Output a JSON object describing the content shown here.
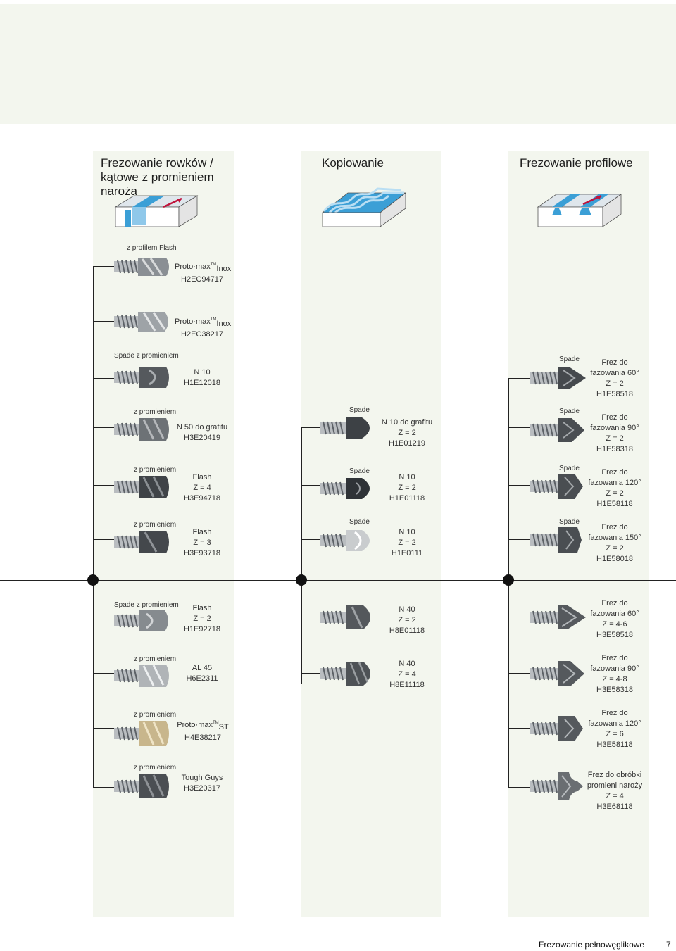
{
  "columns": {
    "grooving": {
      "title": "Frezowanie rowków / kątowe z promieniem naroża"
    },
    "copying": {
      "title": "Kopiowanie"
    },
    "profile": {
      "title": "Frezowanie profilowe"
    }
  },
  "col1": {
    "group_label": "z profilem Flash",
    "items": [
      {
        "name": "Proto·max",
        "tm": "TM",
        "suffix": "Inox",
        "code": "H2EC94717"
      },
      {
        "name": "Proto·max",
        "tm": "TM",
        "suffix": "Inox",
        "code": "H2EC38217"
      },
      {
        "tag": "Spade z promieniem",
        "l1": "N 10",
        "code": "H1E12018"
      },
      {
        "tag": "z promieniem",
        "l1": "N 50 do grafitu",
        "code": "H3E20419"
      },
      {
        "tag": "z promieniem",
        "l1": "Flash",
        "l2": "Z = 4",
        "code": "H3E94718"
      },
      {
        "tag": "z promieniem",
        "l1": "Flash",
        "l2": "Z = 3",
        "code": "H3E93718"
      },
      {
        "tag": "Spade z promieniem",
        "l1": "Flash",
        "l2": "Z = 2",
        "code": "H1E92718"
      },
      {
        "tag": "z promieniem",
        "l1": "AL 45",
        "code": "H6E2311"
      },
      {
        "tag": "z promieniem",
        "name": "Proto·max",
        "tm": "TM",
        "suffix": "ST",
        "code": "H4E38217"
      },
      {
        "tag": "z promieniem",
        "l1": "Tough Guys",
        "code": "H3E20317"
      }
    ]
  },
  "col2": {
    "items": [
      {
        "tag": "Spade",
        "l1": "N 10 do grafitu",
        "l2": "Z = 2",
        "code": "H1E01219"
      },
      {
        "tag": "Spade",
        "l1": "N 10",
        "l2": "Z = 2",
        "code": "H1E01118"
      },
      {
        "tag": "Spade",
        "l1": "N 10",
        "l2": "Z = 2",
        "code": "H1E0111"
      },
      {
        "l1": "N 40",
        "l2": "Z = 2",
        "code": "H8E01118"
      },
      {
        "l1": "N 40",
        "l2": "Z = 4",
        "code": "H8E11118"
      }
    ]
  },
  "col3": {
    "items": [
      {
        "tag": "Spade",
        "l1": "Frez do",
        "l2": "fazowania 60°",
        "l3": "Z = 2",
        "code": "H1E58518"
      },
      {
        "tag": "Spade",
        "l1": "Frez do",
        "l2": "fazowania 90°",
        "l3": "Z = 2",
        "code": "H1E58318"
      },
      {
        "tag": "Spade",
        "l1": "Frez do",
        "l2": "fazowania 120°",
        "l3": "Z = 2",
        "code": "H1E58118"
      },
      {
        "tag": "Spade",
        "l1": "Frez do",
        "l2": "fazowania 150°",
        "l3": "Z = 2",
        "code": "H1E58018"
      },
      {
        "l1": "Frez do",
        "l2": "fazowania 60°",
        "l3": "Z = 4-6",
        "code": "H3E58518"
      },
      {
        "l1": "Frez do",
        "l2": "fazowania 90°",
        "l3": "Z = 4-8",
        "code": "H3E58318"
      },
      {
        "l1": "Frez do",
        "l2": "fazowania 120°",
        "l3": "Z = 6",
        "code": "H3E58118"
      },
      {
        "l1": "Frez do obróbki",
        "l2": "promieni naroży",
        "l3": "Z = 4",
        "code": "H3E68118"
      }
    ]
  },
  "footer": {
    "text": "Frezowanie pełnowęglikowe",
    "page": "7"
  },
  "colors": {
    "panel": "#f3f6ee",
    "blue": "#3b9fd6",
    "arrow": "#c0143c",
    "line": "#222222"
  }
}
